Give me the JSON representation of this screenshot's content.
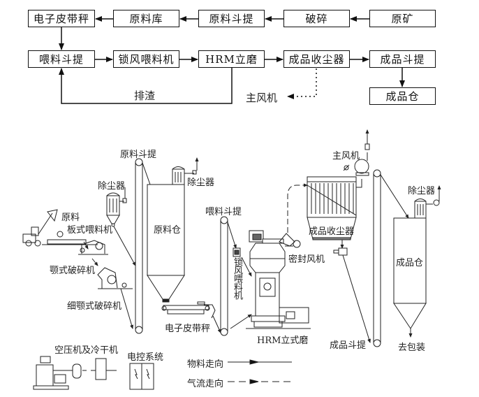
{
  "flowchart": {
    "row1": [
      "电子皮带秤",
      "原料库",
      "原料斗提",
      "破碎",
      "原矿"
    ],
    "row2": [
      "喂料斗提",
      "锁风喂料机",
      "HRM立磨",
      "成品收尘器",
      "成品斗提"
    ],
    "final": "成品仓",
    "return_label": "排渣",
    "fan_label": "主风机"
  },
  "schematic": {
    "labels": {
      "raw_elevator": "原料斗提",
      "dust_collector_1": "除尘器",
      "raw_material": "原料",
      "plate_feeder": "板式喂料机",
      "jaw_crusher": "颚式破碎机",
      "fine_jaw_crusher": "细颚式破碎机",
      "raw_silo": "原料仓",
      "dust_collector_2": "除尘器",
      "feed_elevator": "喂料斗提",
      "belt_scale": "电子皮带秤",
      "airlock_feeder": "锁风喂料机",
      "mill": "HRM立式磨",
      "seal_fan": "密封风机",
      "main_fan": "主风机",
      "product_collector": "成品收尘器",
      "product_elevator": "成品斗提",
      "dust_collector_3": "除尘器",
      "product_silo": "成品仓",
      "to_packing": "去包装",
      "compressor": "空压机及冷干机",
      "control_system": "电控系统"
    },
    "legend": {
      "material_flow": "物料走向",
      "air_flow": "气流走向"
    }
  }
}
